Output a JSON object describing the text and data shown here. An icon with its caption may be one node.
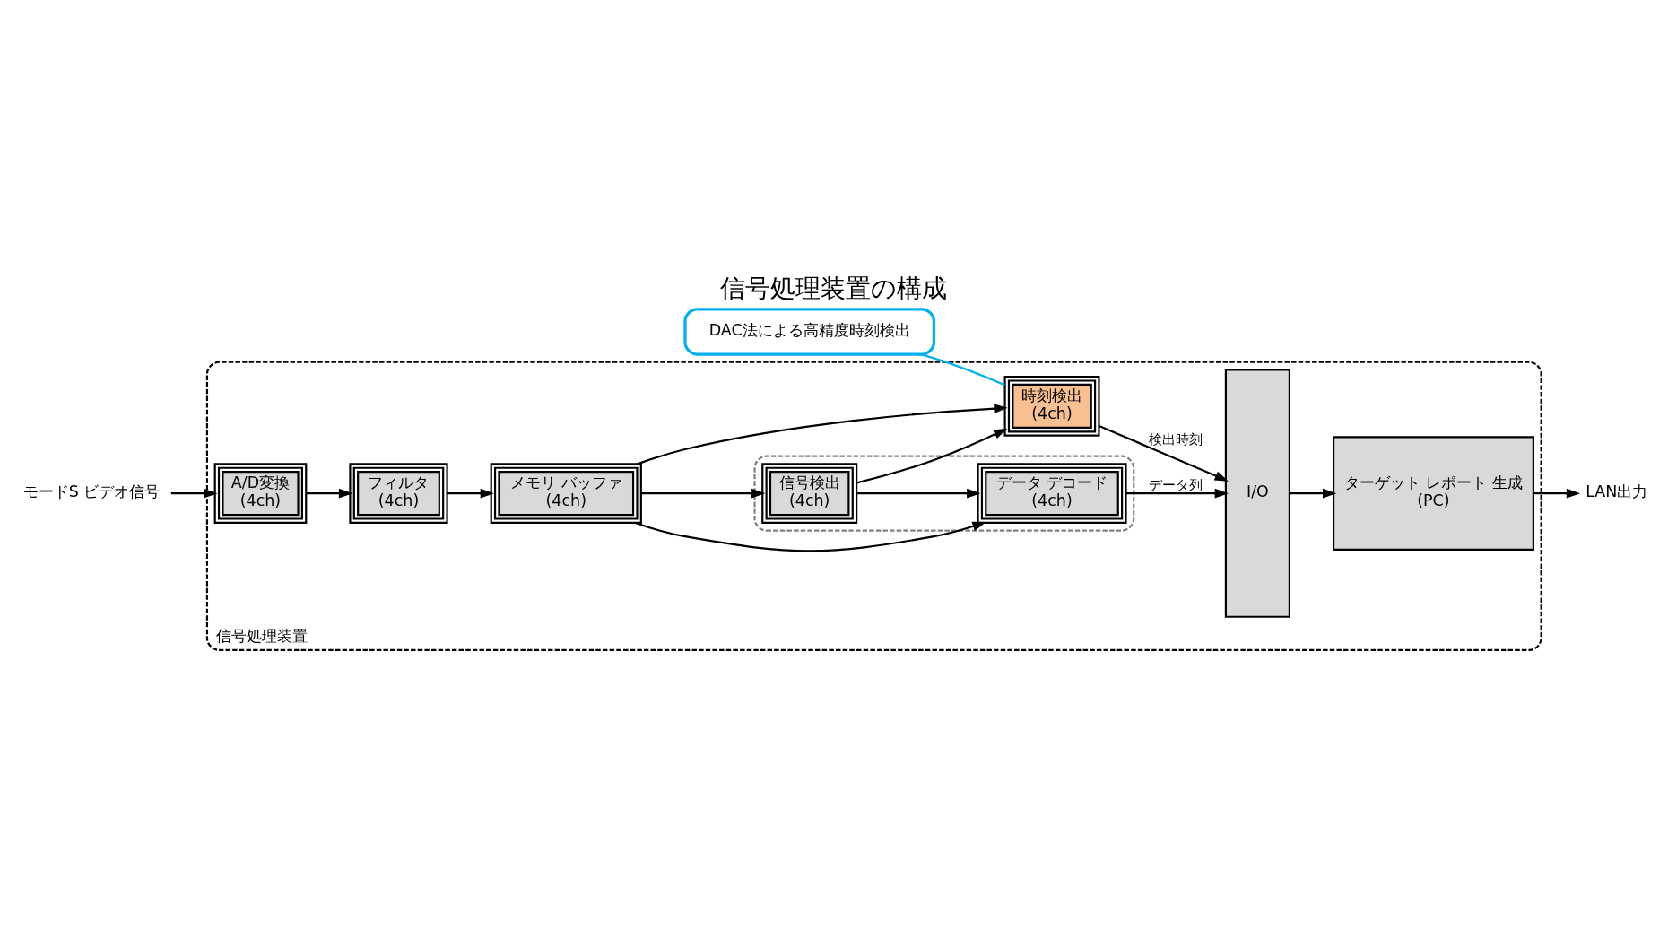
{
  "diagram": {
    "title": "信号処理装置の構成",
    "nodes": [
      {
        "text": [
          "信号処理装置"
        ]
      },
      {
        "text": [
          "A/D変換",
          "(4ch)"
        ],
        "in": 0
      },
      {
        "text": [
          "フィルタ",
          "(4ch)"
        ],
        "in": 0
      },
      {
        "text": [
          "メモリ バッファ",
          "(4ch)"
        ],
        "in": 0
      },
      {
        "text": [
          "時刻検出",
          "(4ch)"
        ],
        "in": 0
      },
      {
        "text": [],
        "shape": "box",
        "in": 0
      },
      {
        "text": [
          "信号検出",
          "(4ch)"
        ],
        "in": 5
      },
      {
        "text": [
          "データ デコード",
          "(4ch)"
        ],
        "in": 5
      },
      {
        "text": [
          "I/O"
        ],
        "in": 0
      },
      {
        "text": [
          "ターゲット レポート 生成",
          "(PC)"
        ],
        "in": 0
      },
      {
        "text": [
          "モードS ビデオ信号"
        ]
      },
      {
        "text": [
          "LAN出力"
        ]
      },
      {
        "text": [
          "DAC法による高精度時刻検出"
        ]
      }
    ],
    "edges": [
      {
        "from": 10,
        "to": 1,
        "arrow": "to"
      },
      {
        "from": 1,
        "to": 2,
        "arrow": "to"
      },
      {
        "from": 2,
        "to": 3,
        "arrow": "to"
      },
      {
        "from": 3,
        "to": 6,
        "arrow": "to"
      },
      {
        "from": 3,
        "to": 4,
        "arrow": "to"
      },
      {
        "from": 3,
        "to": 7,
        "arrow": "to"
      },
      {
        "from": 6,
        "to": 4,
        "arrow": "to"
      },
      {
        "from": 6,
        "to": 7,
        "arrow": "to"
      },
      {
        "from": 4,
        "to": 8,
        "arrow": "to",
        "label": "検出時刻"
      },
      {
        "from": 7,
        "to": 8,
        "arrow": "to",
        "label": "データ列"
      },
      {
        "from": 8,
        "to": 9,
        "arrow": "to"
      },
      {
        "from": 9,
        "to": 11,
        "arrow": "to"
      },
      {
        "from": 12,
        "to": 4,
        "arrow": "none",
        "color": "#00b0f0"
      }
    ]
  }
}
